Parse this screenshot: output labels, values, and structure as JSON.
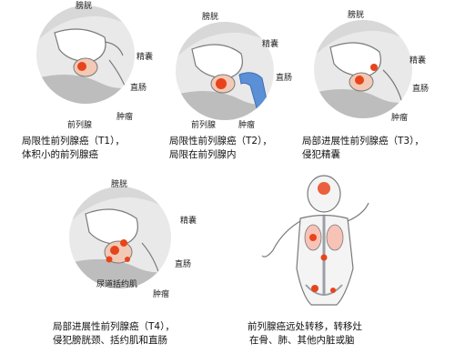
{
  "labels": {
    "bladder": "膀胱",
    "seminal_vesicle": "精囊",
    "rectum": "直肠",
    "prostate": "前列腺",
    "tumor": "肿瘤",
    "urethral_sphincter": "尿道括约肌"
  },
  "captions": {
    "t1_line1": "局限性前列腺癌（T1），",
    "t1_line2": "体积小的前列腺癌",
    "t2_line1": "局限性前列腺癌（T2），",
    "t2_line2": "局限在前列腺内",
    "t3_line1": "局部进展性前列腺癌（T3），",
    "t3_line2": "侵犯精囊",
    "t4_line1": "局部进展性前列腺癌（T4），",
    "t4_line2": "侵犯膀胱颈、括约肌和直肠",
    "meta_line1": "前列腺癌远处转移，转移灶",
    "meta_line2": "在骨、肺、其他内脏或脑"
  },
  "colors": {
    "tumor": "#e8441c",
    "tissue": "#f2c9b5",
    "circle_bg": "#e6e6e6",
    "probe": "#5b8fd6",
    "outline": "#7a7a7a"
  }
}
